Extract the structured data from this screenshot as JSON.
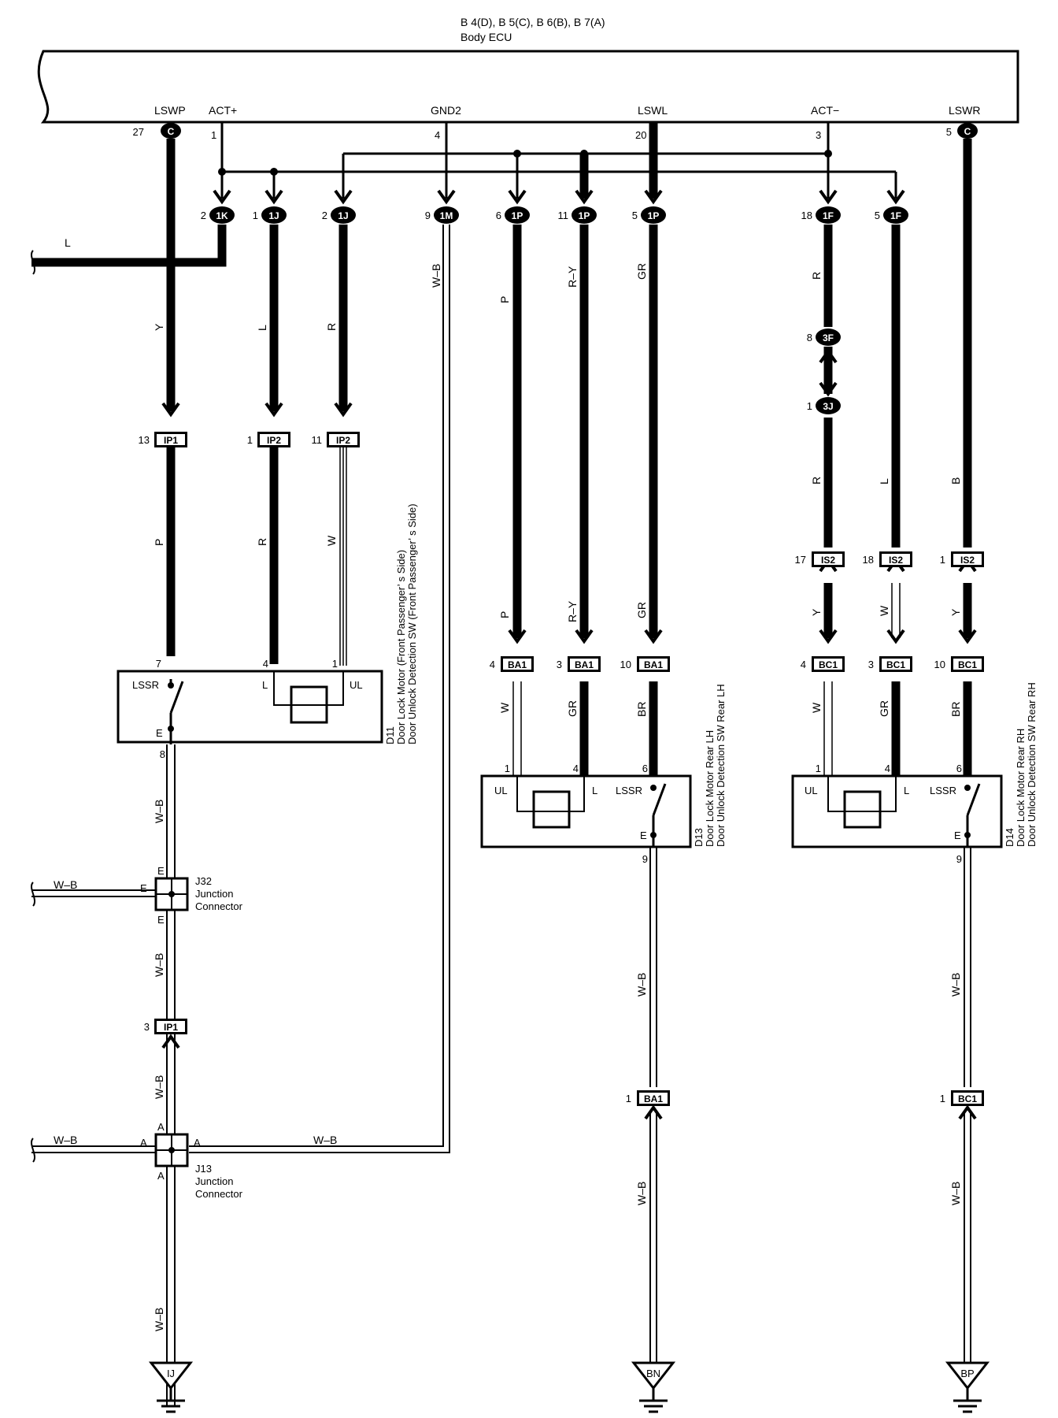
{
  "ecu": {
    "connectors_line": "B 4(D), B 5(C), B 6(B), B 7(A)",
    "name": "Body ECU",
    "terminals": {
      "lswp": {
        "name": "LSWP",
        "pin": "27",
        "conn": "C"
      },
      "actp": {
        "name": "ACT+",
        "pin": "1"
      },
      "gnd2": {
        "name": "GND2",
        "pin": "4"
      },
      "lswl": {
        "name": "LSWL",
        "pin": "20"
      },
      "actm": {
        "name": "ACT−",
        "pin": "3"
      },
      "lswr": {
        "name": "LSWR",
        "pin": "5",
        "conn": "C"
      }
    }
  },
  "round_connectors": {
    "k1": {
      "pin": "2",
      "id": "1K"
    },
    "j1a": {
      "pin": "1",
      "id": "1J"
    },
    "j1b": {
      "pin": "2",
      "id": "1J"
    },
    "m1": {
      "pin": "9",
      "id": "1M"
    },
    "p1a": {
      "pin": "6",
      "id": "1P"
    },
    "p1b": {
      "pin": "11",
      "id": "1P"
    },
    "p1c": {
      "pin": "5",
      "id": "1P"
    },
    "f1a": {
      "pin": "18",
      "id": "1F"
    },
    "f1b": {
      "pin": "5",
      "id": "1F"
    },
    "f3": {
      "pin": "8",
      "id": "3F"
    },
    "j3": {
      "pin": "1",
      "id": "3J"
    }
  },
  "box_connectors": {
    "ip1a": {
      "pin": "13",
      "id": "IP1"
    },
    "ip2a": {
      "pin": "1",
      "id": "IP2"
    },
    "ip2b": {
      "pin": "11",
      "id": "IP2"
    },
    "ip1b": {
      "pin": "3",
      "id": "IP1"
    },
    "is2a": {
      "pin": "17",
      "id": "IS2"
    },
    "is2b": {
      "pin": "18",
      "id": "IS2"
    },
    "is2c": {
      "pin": "1",
      "id": "IS2"
    },
    "ba1a": {
      "pin": "4",
      "id": "BA1"
    },
    "ba1b": {
      "pin": "3",
      "id": "BA1"
    },
    "ba1c": {
      "pin": "10",
      "id": "BA1"
    },
    "bc1a": {
      "pin": "4",
      "id": "BC1"
    },
    "bc1b": {
      "pin": "3",
      "id": "BC1"
    },
    "bc1c": {
      "pin": "10",
      "id": "BC1"
    },
    "ba1d": {
      "pin": "1",
      "id": "BA1"
    },
    "bc1d": {
      "pin": "1",
      "id": "BC1"
    }
  },
  "wire_colors": {
    "l_top": "L",
    "y": "Y",
    "l2": "L",
    "r1": "R",
    "wb_gnd": "W–B",
    "p_top": "P",
    "ry_top": "R–Y",
    "gr_top": "GR",
    "r_f1": "R",
    "r_3j": "R",
    "l_f": "L",
    "b_r": "B",
    "p_low": "P",
    "r_low": "R",
    "w_low": "W",
    "p_mid": "P",
    "ry_mid": "R–Y",
    "gr_mid": "GR",
    "y_is": "Y",
    "w_is": "W",
    "y_is2": "Y",
    "w_d13": "W",
    "gr_d13": "GR",
    "br_d13": "BR",
    "w_d14": "W",
    "gr_d14": "GR",
    "br_d14": "BR",
    "wb_1": "W–B",
    "wb_2": "W–B",
    "wb_3": "W–B",
    "wb_4": "W–B",
    "wb_5": "W–B",
    "wb_6": "W–B",
    "wb_7": "W–B",
    "wb_8": "W–B",
    "wb_j32": "W–B",
    "wb_j13": "W–B",
    "wb_j13r": "W–B"
  },
  "components": {
    "d11": {
      "code": "D11",
      "line1": "Door Lock Motor (Front Passenger’ s Side)",
      "line2": "Door Unlock Detection SW (Front Passenger’ s Side)",
      "pin_lssr": "7",
      "pin_l": "4",
      "pin_ul": "1",
      "pin_e": "8",
      "t_lssr": "LSSR",
      "t_l": "L",
      "t_ul": "UL",
      "t_e": "E"
    },
    "d13": {
      "code": "D13",
      "line1": "Door Lock Motor Rear LH",
      "line2": "Door Unlock Detection SW Rear LH",
      "pin_ul": "1",
      "pin_l": "4",
      "pin_lssr": "6",
      "pin_e": "9",
      "t_ul": "UL",
      "t_l": "L",
      "t_lssr": "LSSR",
      "t_e": "E"
    },
    "d14": {
      "code": "D14",
      "line1": "Door Lock Motor Rear RH",
      "line2": "Door Unlock Detection SW Rear RH",
      "pin_ul": "1",
      "pin_l": "4",
      "pin_lssr": "6",
      "pin_e": "9",
      "t_ul": "UL",
      "t_l": "L",
      "t_lssr": "LSSR",
      "t_e": "E"
    }
  },
  "junctions": {
    "j32": {
      "code": "J32",
      "line1": "Junction",
      "line2": "Connector",
      "t_top": "E",
      "t_left": "E",
      "t_bottom": "E"
    },
    "j13": {
      "code": "J13",
      "line1": "Junction",
      "line2": "Connector",
      "t_top": "A",
      "t_left": "A",
      "t_right": "A",
      "t_bottom": "A"
    }
  },
  "grounds": {
    "ij": "IJ",
    "bn": "BN",
    "bp": "BP"
  }
}
